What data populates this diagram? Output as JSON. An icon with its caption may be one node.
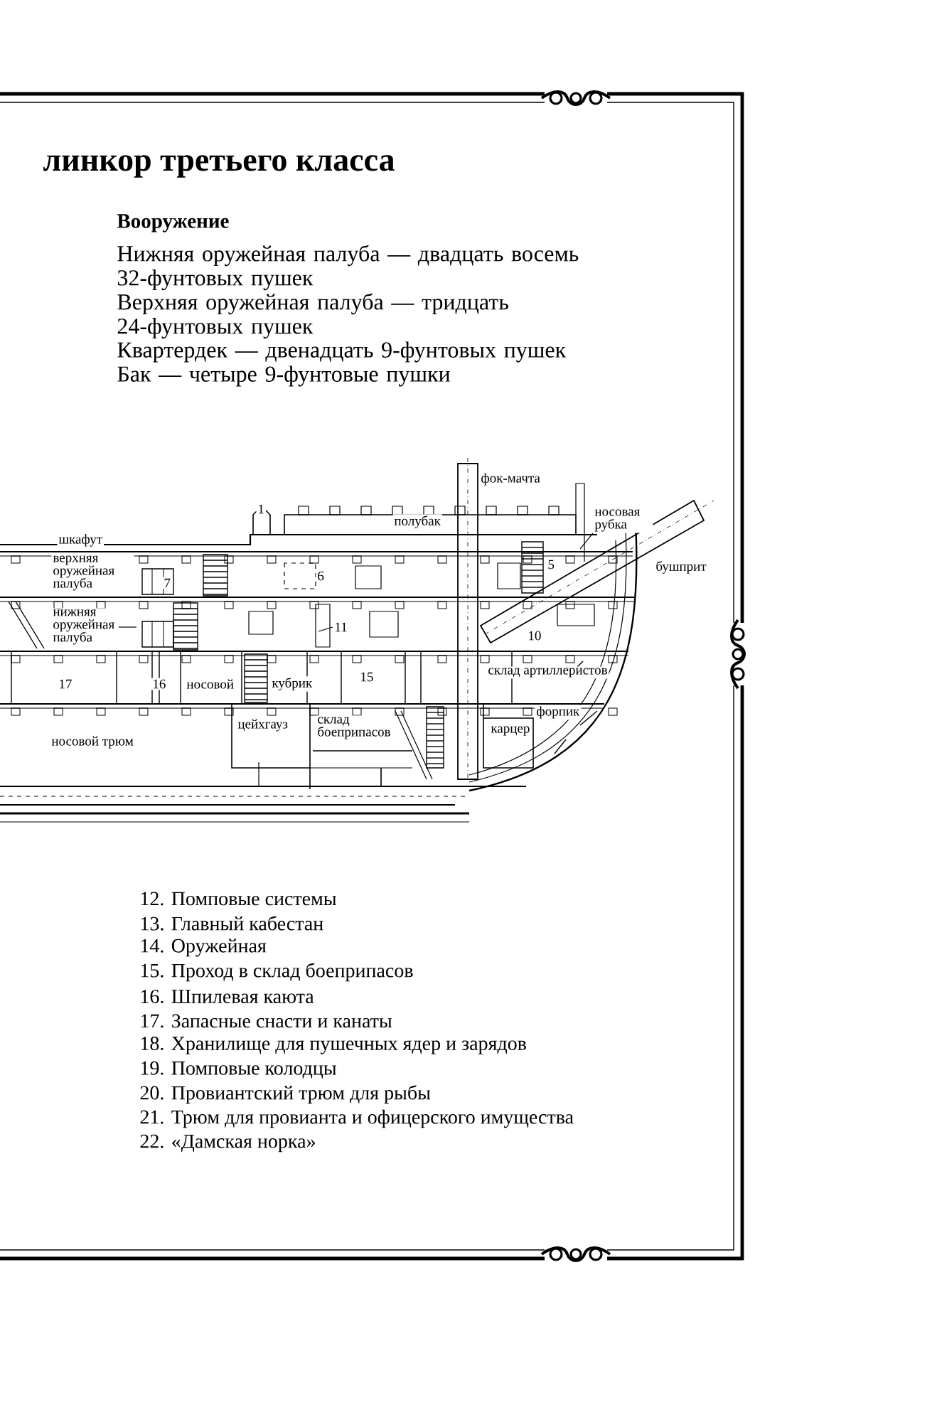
{
  "diagram": {
    "title": "линкор третьего класса",
    "nodes": [
      {
        "text": [
          "нижняя оружейная палуба"
        ]
      },
      {
        "text": [
          "11"
        ]
      },
      {
        "text": [
          "носовая рубка"
        ]
      },
      {
        "text": [
          "верхняя оружейная палуба"
        ]
      }
    ],
    "edges": [
      {
        "from": 0,
        "to": null,
        "arrow": "none"
      },
      {
        "from": 1,
        "to": null,
        "arrow": "none"
      },
      {
        "from": 2,
        "to": null,
        "arrow": "none"
      }
    ],
    "labels": [
      "Вооружение",
      "Нижняя оружейная палуба — двадцать восемь 32-фунтовых пушек",
      "Верхняя оружейная палуба — тридцать 24-фунтовых пушек",
      "Квартердек — двенадцать 9-фунтовых пушек",
      "Бак — четыре 9-фунтовые пушки",
      "фок-мачта",
      "1",
      "полубак",
      "шкафут",
      "бушприт",
      "7",
      "6",
      "5",
      "10",
      "17",
      "16",
      "носовой",
      "кубрик",
      "15",
      "склад артиллеристов",
      "форпик",
      "цейхгауз",
      "склад боеприпасов",
      "карцер",
      "носовой трюм",
      "12. Помповые системы",
      "13. Главный кабестан",
      "14. Оружейная",
      "15. Проход в склад боеприпасов",
      "16. Шпилевая каюта",
      "17. Запасные снасти и канаты",
      "18. Хранилище для пушечных ядер и зарядов",
      "19. Помповые колодцы",
      "20. Провиантский трюм для рыбы",
      "21. Трюм для провианта и офицерского имущества",
      "22. «Дамская норка»"
    ]
  }
}
